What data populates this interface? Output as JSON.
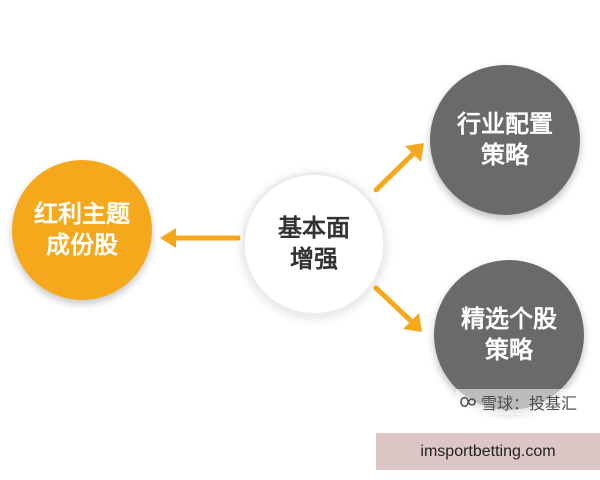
{
  "diagram": {
    "nodes": {
      "dividend": "红利主题成份股",
      "center": "基本面增强",
      "industry": "行业配置策略",
      "stock": "精选个股策略"
    },
    "colors": {
      "orange": "#f5a81c",
      "gray": "#6a6a6a",
      "center_border": "#ededed"
    }
  },
  "watermark": {
    "text": "雪球：投基汇",
    "icon": "xueqiu-logo-icon"
  },
  "banner": {
    "text": "imsportbetting.com"
  }
}
